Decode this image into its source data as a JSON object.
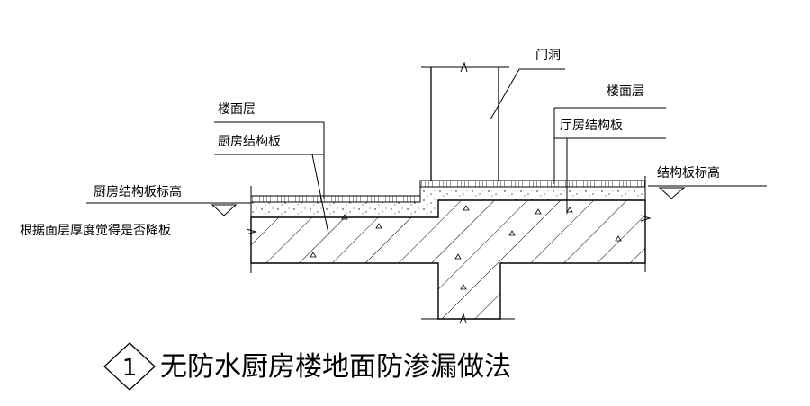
{
  "labels": {
    "door_opening": "门洞",
    "floor_layer_right": "楼面层",
    "hall_slab": "厅房结构板",
    "floor_layer_left": "楼面层",
    "kitchen_slab": "厨房结构板",
    "kitchen_slab_elevation": "厨房结构板标高",
    "lower_slab_note": "根据面层厚度觉得是否降板",
    "slab_elevation": "结构板标高"
  },
  "title": {
    "number": "1",
    "text": "无防水厨房楼地面防渗漏做法"
  }
}
